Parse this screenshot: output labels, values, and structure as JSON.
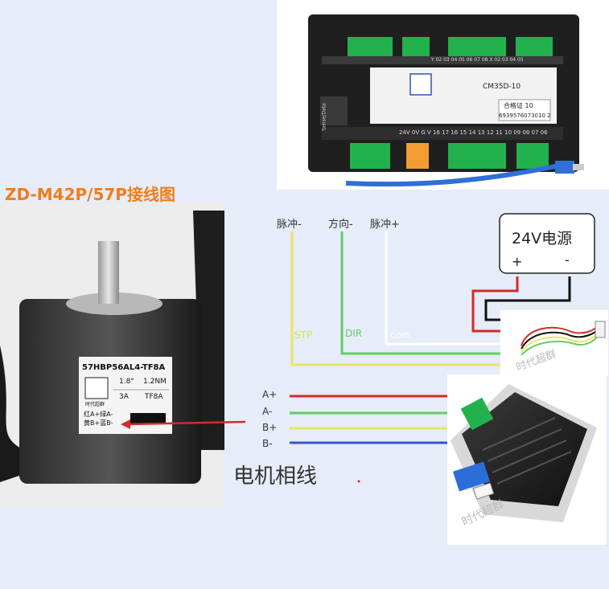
{
  "title": "ZD-M42P/57P接线图",
  "controller": {
    "model": "CM35D-10",
    "cert": "合格证 10",
    "serial": "6939576073010 2",
    "bottom_labels": "24V  0V  G  V     16 17 16 15 14 13 12 11     10 09 08 07 06",
    "top_labels": "Y 02 03 04 05 06 07 08   X 02 03 04 05",
    "side_label": "Sense/Data",
    "colors": {
      "body": "#222222",
      "terminal": "#22b14c",
      "terminal_orange": "#f39c33"
    }
  },
  "signals": {
    "pulse_minus": "脉冲-",
    "dir_minus": "方向-",
    "pulse_plus": "脉冲+",
    "stp": "STP",
    "dir": "DIR",
    "com": "com"
  },
  "power": {
    "label": "24V电源",
    "plus": "+",
    "minus": "-"
  },
  "motor": {
    "model": "57HBP56AL4-TF8A",
    "step_angle": "1.8°",
    "torque": "1.2NM",
    "current": "3A",
    "code": "TF8A",
    "wiring": "红A+绿A-",
    "wiring2": "黄B+蓝B-",
    "brand": "时代超群"
  },
  "phases": {
    "a_plus": "A+",
    "a_minus": "A-",
    "b_plus": "B+",
    "b_minus": "B-",
    "caption": "电机相线"
  },
  "watermark": "时代超群",
  "colors": {
    "title": "#f07d1a",
    "red": "#d42a2a",
    "green": "#66cc66",
    "yellow": "#e6e66a",
    "blue": "#3355cc",
    "black": "#111111",
    "white": "#ffffff",
    "stp_text": "#e0e05a",
    "dir_text": "#66cc66"
  }
}
